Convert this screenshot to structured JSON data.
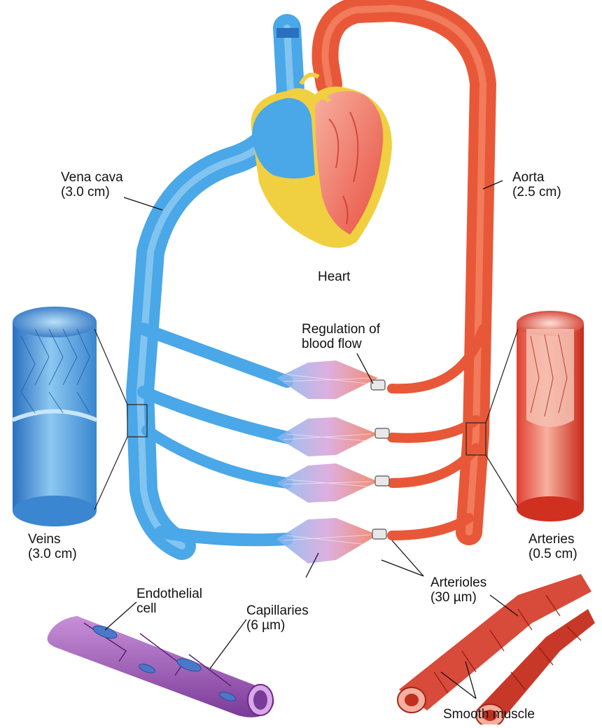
{
  "colors": {
    "vein": "#4aa7e8",
    "vein_dark": "#2a70c0",
    "artery": "#e85838",
    "artery_dark": "#c02818",
    "fat": "#f0d040",
    "capillary": "#d9a6dc",
    "endothelial": "#a868c0",
    "muscle": "#d84a3a"
  },
  "labels": {
    "vena_cava": {
      "name": "Vena cava",
      "size": "(3.0 cm)"
    },
    "aorta": {
      "name": "Aorta",
      "size": "(2.5 cm)"
    },
    "heart": "Heart",
    "regulation": {
      "line1": "Regulation of",
      "line2": "blood flow"
    },
    "veins": {
      "name": "Veins",
      "size": "(3.0 cm)"
    },
    "arteries": {
      "name": "Arteries",
      "size": "(0.5 cm)"
    },
    "arterioles": {
      "name": "Arterioles",
      "size": "(30 µm)"
    },
    "capillaries": {
      "name": "Capillaries",
      "size": "(6 µm)"
    },
    "endothelial": {
      "line1": "Endothelial",
      "line2": "cell"
    },
    "smooth_muscle": "Smooth muscle"
  }
}
